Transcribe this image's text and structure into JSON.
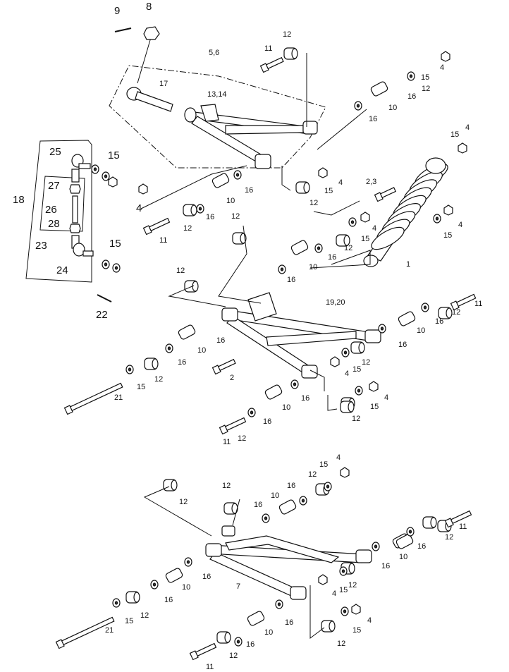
{
  "diagram": {
    "title": "Front A-arm exploded parts view",
    "callouts": [
      "9",
      "8",
      "5,6",
      "13,14",
      "17",
      "11",
      "12",
      "4",
      "15",
      "12",
      "16",
      "10",
      "16",
      "15",
      "4",
      "25",
      "15",
      "18",
      "27",
      "26",
      "28",
      "23",
      "24",
      "15",
      "22",
      "4",
      "11",
      "12",
      "16",
      "10",
      "16",
      "12",
      "12",
      "15",
      "4",
      "2,3",
      "4",
      "15",
      "1",
      "12",
      "16",
      "10",
      "16",
      "12",
      "15",
      "4",
      "19,20",
      "11",
      "12",
      "16",
      "10",
      "16",
      "12",
      "15",
      "4",
      "2",
      "16",
      "10",
      "16",
      "12",
      "15",
      "21",
      "16",
      "10",
      "12",
      "15",
      "4",
      "16",
      "12",
      "11",
      "12",
      "12",
      "16",
      "10",
      "16",
      "12",
      "15",
      "4",
      "11",
      "12",
      "16",
      "10",
      "16",
      "12",
      "15",
      "4",
      "7",
      "16",
      "10",
      "16",
      "12",
      "15",
      "21",
      "16",
      "10",
      "16",
      "12",
      "11",
      "12",
      "15",
      "4"
    ]
  }
}
